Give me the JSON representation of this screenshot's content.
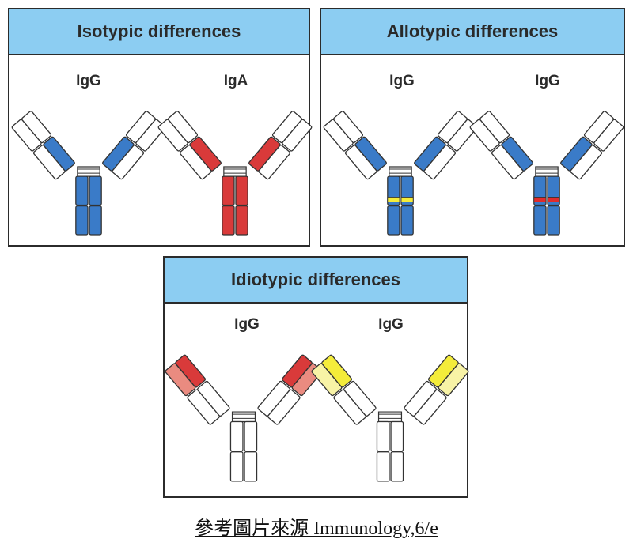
{
  "panels": {
    "isotypic": {
      "title": "Isotypic differences",
      "antibodies": [
        {
          "label": "IgG",
          "colors": {
            "arm_variable_heavy": "#ffffff",
            "arm_variable_light": "#ffffff",
            "arm_constant_heavy": "#3a7bc8",
            "arm_constant_light": "#ffffff",
            "stem": "#3a7bc8",
            "band": null
          }
        },
        {
          "label": "IgA",
          "colors": {
            "arm_variable_heavy": "#ffffff",
            "arm_variable_light": "#ffffff",
            "arm_constant_heavy": "#d93a3a",
            "arm_constant_light": "#ffffff",
            "stem": "#d93a3a",
            "band": null
          }
        }
      ]
    },
    "allotypic": {
      "title": "Allotypic differences",
      "antibodies": [
        {
          "label": "IgG",
          "colors": {
            "arm_variable_heavy": "#ffffff",
            "arm_variable_light": "#ffffff",
            "arm_constant_heavy": "#3a7bc8",
            "arm_constant_light": "#ffffff",
            "stem": "#3a7bc8",
            "band": "#f4ec3a"
          }
        },
        {
          "label": "IgG",
          "colors": {
            "arm_variable_heavy": "#ffffff",
            "arm_variable_light": "#ffffff",
            "arm_constant_heavy": "#3a7bc8",
            "arm_constant_light": "#ffffff",
            "stem": "#3a7bc8",
            "band": "#e02b2b"
          }
        }
      ]
    },
    "idiotypic": {
      "title": "Idiotypic differences",
      "antibodies": [
        {
          "label": "IgG",
          "colors": {
            "arm_variable_heavy": "#d93a3a",
            "arm_variable_light": "#ea8b80",
            "arm_constant_heavy": "#ffffff",
            "arm_constant_light": "#ffffff",
            "stem": "#ffffff",
            "band": null
          }
        },
        {
          "label": "IgG",
          "colors": {
            "arm_variable_heavy": "#f4ec3a",
            "arm_variable_light": "#f8f3a6",
            "arm_constant_heavy": "#ffffff",
            "arm_constant_light": "#ffffff",
            "stem": "#ffffff",
            "band": null
          }
        }
      ]
    }
  },
  "caption": "參考圖片來源 Immunology,6/e"
}
